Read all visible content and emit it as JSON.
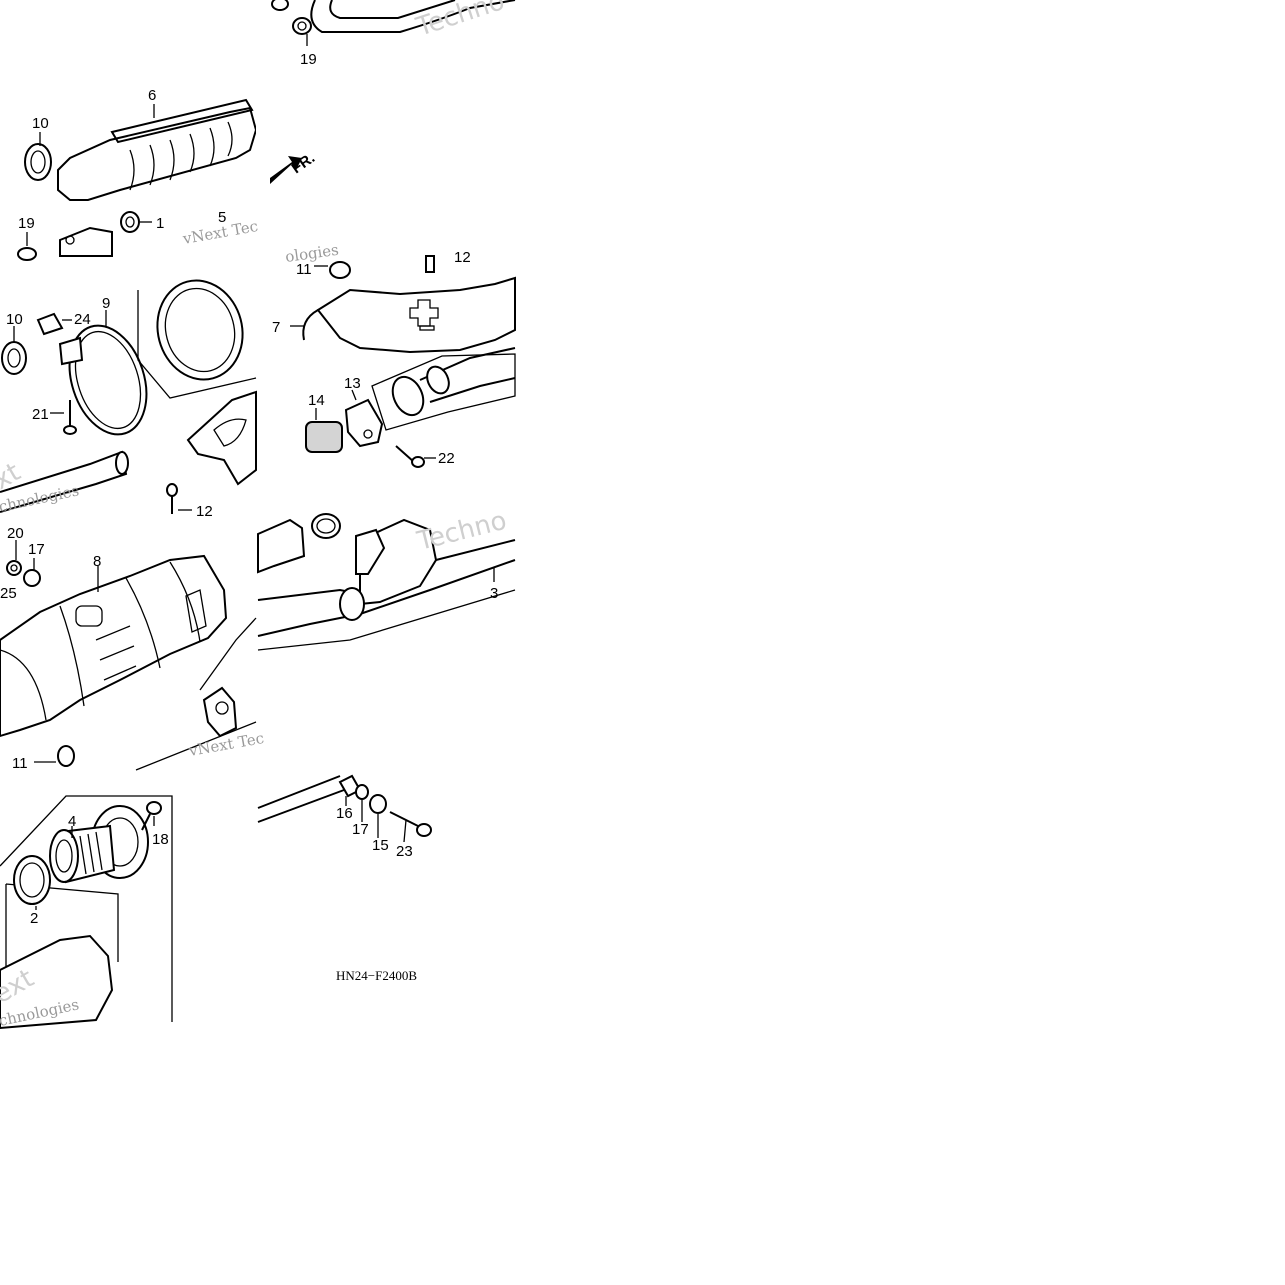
{
  "diagram": {
    "drawing_code": "HN24−F2400B",
    "direction_arrow": "FR.",
    "watermark_brand": "Techno",
    "watermark_lines": [
      "vNext Tec",
      "vNext Tec",
      "ologies",
      "chnologies",
      "xt",
      "chnologies",
      "ext"
    ],
    "part_labels": [
      "19",
      "6",
      "10",
      "19",
      "1",
      "5",
      "11",
      "12",
      "10",
      "24",
      "9",
      "7",
      "21",
      "14",
      "13",
      "22",
      "12",
      "20",
      "17",
      "8",
      "25",
      "3",
      "11",
      "4",
      "18",
      "2",
      "16",
      "17",
      "15",
      "23"
    ]
  }
}
